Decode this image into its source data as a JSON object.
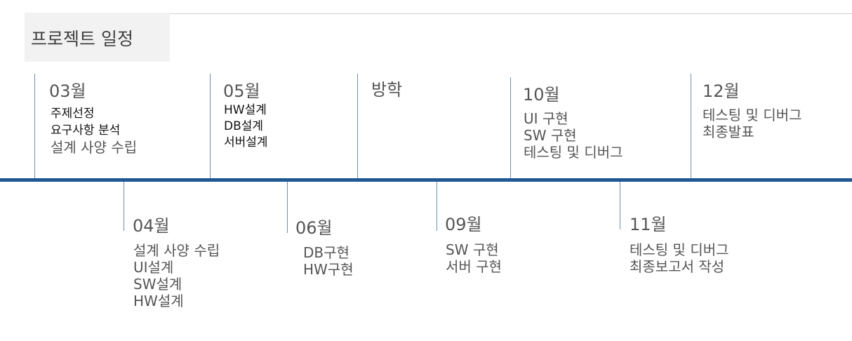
{
  "title": "프로젝트 일정",
  "milestones": [
    {
      "month": "03월",
      "items": [
        "주제선정",
        "요구사항 분석",
        "설계 사양 수립"
      ]
    },
    {
      "month": "04월",
      "items": [
        "설계 사양 수립",
        "UI설계",
        "SW설계",
        "HW설계"
      ]
    },
    {
      "month": "05월",
      "items": [
        "HW설계",
        "DB설계",
        "서버설계"
      ]
    },
    {
      "month": "06월",
      "items": [
        "DB구현",
        "HW구현"
      ]
    },
    {
      "month": "방학",
      "items": []
    },
    {
      "month": "09월",
      "items": [
        "SW 구현",
        "서버 구현"
      ]
    },
    {
      "month": "10월",
      "items": [
        "UI 구현",
        "SW 구현",
        "테스팅 및 디버그"
      ]
    },
    {
      "month": "11월",
      "items": [
        "테스팅 및 디버그",
        "최종보고서 작성"
      ]
    },
    {
      "month": "12월",
      "items": [
        "테스팅 및 디버그",
        "최종발표"
      ]
    }
  ],
  "colors": {
    "timeline": "#1f5791",
    "title_bg": "#f2f2f2",
    "tick": "#6f8fad"
  }
}
